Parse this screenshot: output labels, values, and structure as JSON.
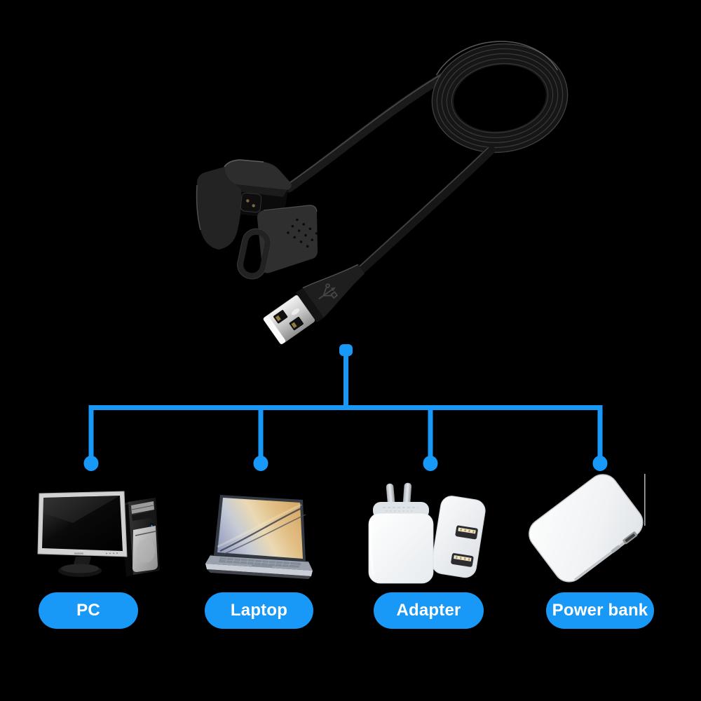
{
  "page": {
    "background": "#000000",
    "accent_blue": "#1899F8",
    "label_text_color": "#FFFFFF"
  },
  "product": {
    "description_icons": [
      "clip-charger-icon",
      "coiled-cable-icon",
      "usb-a-plug-icon"
    ]
  },
  "connection_tree": {
    "branch_count": 4
  },
  "devices": [
    {
      "id": "pc",
      "label": "PC"
    },
    {
      "id": "laptop",
      "label": "Laptop"
    },
    {
      "id": "adapter",
      "label": "Adapter"
    },
    {
      "id": "power-bank",
      "label": "Power bank"
    }
  ]
}
